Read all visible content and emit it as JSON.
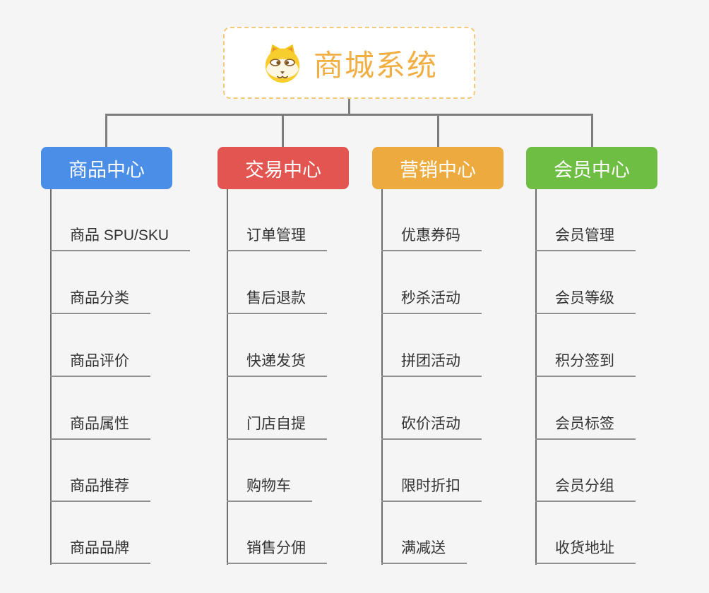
{
  "page": {
    "background": "#f5f5f5",
    "connector_color": "#7d7d7d"
  },
  "root": {
    "title": "商城系统",
    "icon": "dog-face-icon",
    "text_color": "#f0ae43",
    "border_color": "#f3c878"
  },
  "branches": [
    {
      "label": "商品中心",
      "color": "#4a8ee8",
      "items": [
        "商品 SPU/SKU",
        "商品分类",
        "商品评价",
        "商品属性",
        "商品推荐",
        "商品品牌"
      ]
    },
    {
      "label": "交易中心",
      "color": "#e25551",
      "items": [
        "订单管理",
        "售后退款",
        "快递发货",
        "门店自提",
        "购物车",
        "销售分佣"
      ]
    },
    {
      "label": "营销中心",
      "color": "#edab3f",
      "items": [
        "优惠券码",
        "秒杀活动",
        "拼团活动",
        "砍价活动",
        "限时折扣",
        "满减送"
      ]
    },
    {
      "label": "会员中心",
      "color": "#6fbe44",
      "items": [
        "会员管理",
        "会员等级",
        "积分签到",
        "会员标签",
        "会员分组",
        "收货地址"
      ]
    }
  ]
}
